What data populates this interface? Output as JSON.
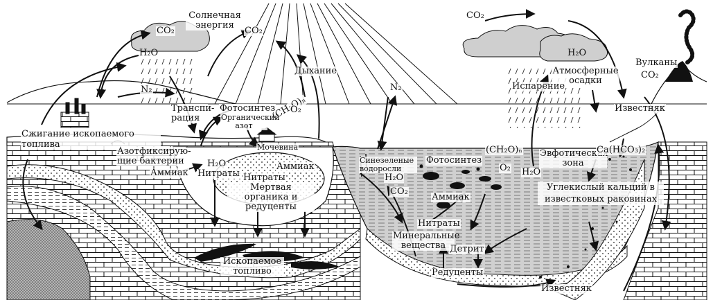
{
  "labels": {
    "co2_left_cloud": "CO₂",
    "h2o_left_cloud": "H₂O",
    "solar_energy": "Солнечная энергия",
    "co2_sun": "CO₂",
    "respiration": "Дыхание",
    "n2_left": "N₂",
    "transpiration": "Транспи- рация",
    "photosynthesis_land": "Фотосинтез",
    "ch2o_land": "(CH₂O)ₙ",
    "o2_land": "O₂",
    "organic_nitrogen": "Органический азот",
    "fossil_burning": "Сжигание ископаемого топлива",
    "urine": "Мочевина",
    "nitrogen_fixing_bacteria": "Азотфиксирую- щие бактерии",
    "h2o_soil": "H₂O",
    "ammonia_left": "Аммиак",
    "nitrates_left": "Нитраты",
    "ammonia_center": "Аммиак",
    "nitrates_center": "Нитраты",
    "dead_organics": "Мертвая органика и редуценты",
    "fossil_fuel": "Ископаемое топливо",
    "n2_ocean": "N₂",
    "cyanobacteria": "Синезеленые водоросли",
    "photosynthesis_ocean": "Фотосинтез",
    "ch2o_ocean": "(CH₂O)ₙ",
    "h2o_ocean": "H₂O",
    "co2_ocean": "CO₂",
    "o2_ocean": "O₂",
    "h2o_ocean2": "H₂O",
    "ammonia_ocean": "Аммиак",
    "nitrates_ocean": "Нитраты",
    "minerals": "Минеральные вещества",
    "detritus": "Детрит",
    "reducers": "Редуценты",
    "euphotic_zone": "Эвфотическая зона",
    "calcium_bicarbonate": "Ca(HCO₃)₂",
    "calcium_carbonate": "Углекислый кальций в известковых раковинах",
    "limestone_bottom": "Известняк",
    "co2_top_right": "CO₂",
    "h2o_right_cloud": "H₂O",
    "volcanoes": "Вулканы",
    "co2_volcano": "CO₂",
    "atmospheric_precipitation": "Атмосферные осадки",
    "evaporation": "Испарение",
    "limestone_right": "Известняк"
  },
  "colors": {
    "ink": "#111111",
    "paper": "#ffffff",
    "water": "#bdbdbd",
    "cloud": "#c8c8c8"
  }
}
